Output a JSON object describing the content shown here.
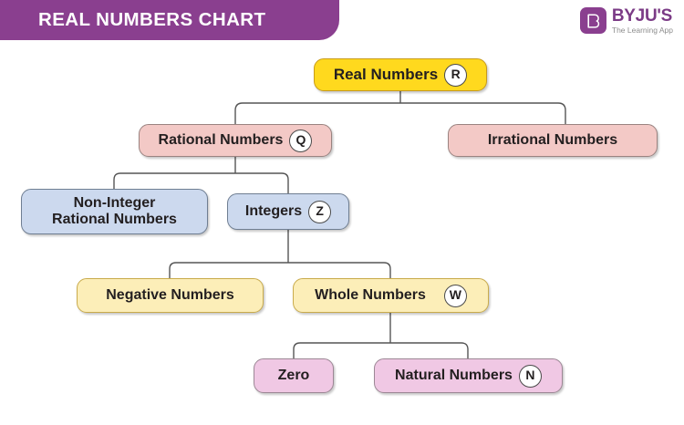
{
  "header": {
    "title": "REAL NUMBERS CHART",
    "banner_color": "#8a3f8f",
    "logo": {
      "mark_icon": "byjus-book-icon",
      "name": "BYJU'S",
      "tagline": "The Learning App",
      "brand_color": "#7b3b86"
    }
  },
  "diagram": {
    "type": "tree",
    "nodes": [
      {
        "id": "real",
        "label": "Real Numbers",
        "badge": "R",
        "theme": "yellow",
        "fill": "#ffd91e",
        "border": "#c89b1a"
      },
      {
        "id": "rational",
        "label": "Rational Numbers",
        "badge": "Q",
        "theme": "pink",
        "fill": "#f3c9c6",
        "border": "#9a8380"
      },
      {
        "id": "irrational",
        "label": "Irrational Numbers",
        "badge": null,
        "theme": "pink",
        "fill": "#f3c9c6",
        "border": "#9a8380"
      },
      {
        "id": "noninteger",
        "label": "Non-Integer\nRational Numbers",
        "badge": null,
        "theme": "blue",
        "fill": "#ccd9ee",
        "border": "#6f7e92"
      },
      {
        "id": "integers",
        "label": "Integers",
        "badge": "Z",
        "theme": "blue",
        "fill": "#ccd9ee",
        "border": "#6f7e92"
      },
      {
        "id": "negative",
        "label": "Negative Numbers",
        "badge": null,
        "theme": "cream",
        "fill": "#fceeb8",
        "border": "#c9ab4c"
      },
      {
        "id": "whole",
        "label": "Whole Numbers",
        "badge": "W",
        "theme": "cream",
        "fill": "#fceeb8",
        "border": "#c9ab4c"
      },
      {
        "id": "zero",
        "label": "Zero",
        "badge": null,
        "theme": "violet",
        "fill": "#f0c8e4",
        "border": "#9c8795"
      },
      {
        "id": "natural",
        "label": "Natural Numbers",
        "badge": "N",
        "theme": "violet",
        "fill": "#f0c8e4",
        "border": "#9c8795"
      }
    ],
    "edges": [
      {
        "from": "real",
        "to": "rational"
      },
      {
        "from": "real",
        "to": "irrational"
      },
      {
        "from": "rational",
        "to": "noninteger"
      },
      {
        "from": "rational",
        "to": "integers"
      },
      {
        "from": "integers",
        "to": "negative"
      },
      {
        "from": "integers",
        "to": "whole"
      },
      {
        "from": "whole",
        "to": "zero"
      },
      {
        "from": "whole",
        "to": "natural"
      }
    ],
    "edge_color": "#555555"
  }
}
